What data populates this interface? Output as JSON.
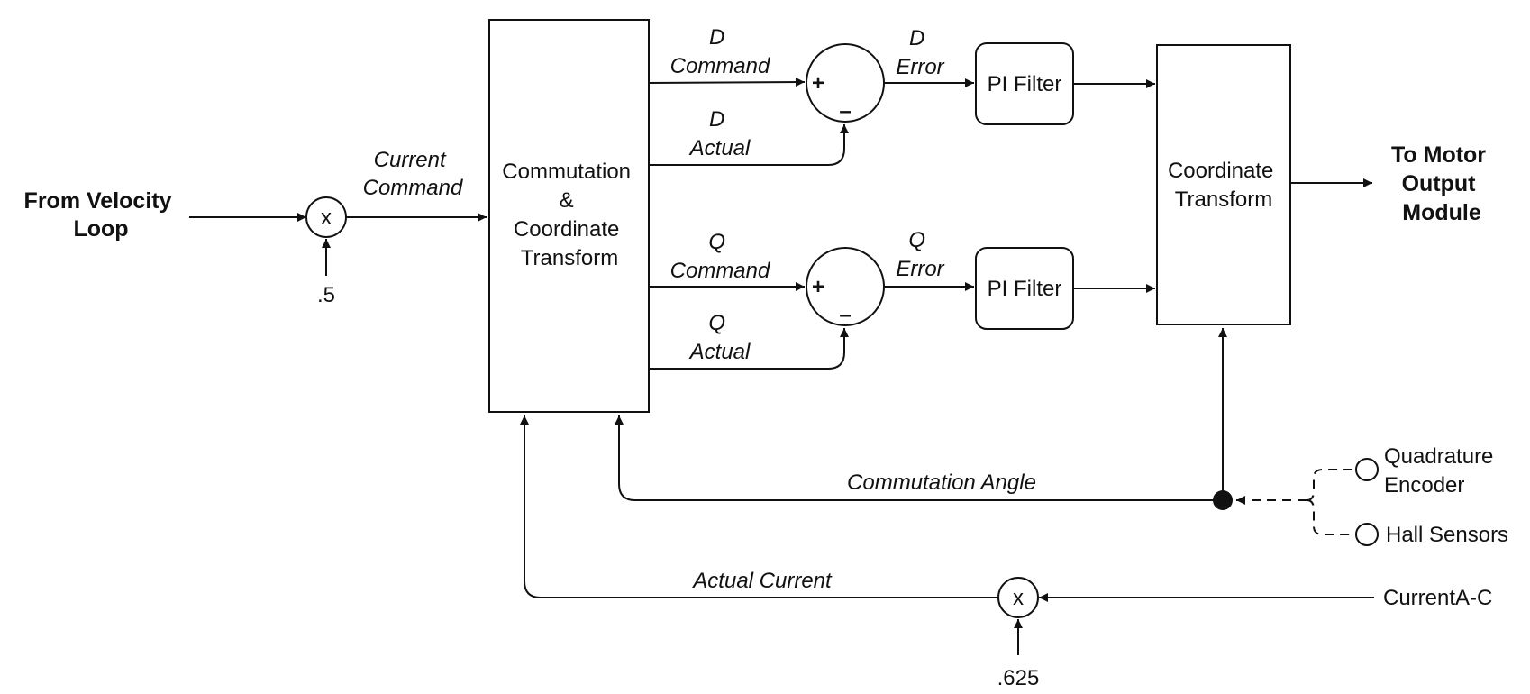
{
  "colors": {
    "line": "#111111",
    "background": "#ffffff"
  },
  "labels": {
    "input": [
      "From Velocity",
      "Loop"
    ],
    "input_multiplier": "x",
    "input_gain": ".5",
    "current_command": [
      "Current",
      "Command"
    ],
    "commutation_block": [
      "Commutation",
      "&",
      "Coordinate",
      "Transform"
    ],
    "d_command": [
      "D",
      "Command"
    ],
    "d_actual": [
      "D",
      "Actual"
    ],
    "q_command": [
      "Q",
      "Command"
    ],
    "q_actual": [
      "Q",
      "Actual"
    ],
    "d_error": [
      "D",
      "Error"
    ],
    "q_error": [
      "Q",
      "Error"
    ],
    "plus": "+",
    "minus": "–",
    "pi_filter_d": "PI Filter",
    "pi_filter_q": "PI Filter",
    "coordinate_block": [
      "Coordinate",
      "Transform"
    ],
    "output": [
      "To Motor",
      "Output",
      "Module"
    ],
    "commutation_angle": "Commutation Angle",
    "quadrature_encoder": [
      "Quadrature",
      "Encoder"
    ],
    "hall_sensors": "Hall Sensors",
    "actual_current": "Actual Current",
    "current_multiplier": "x",
    "current_gain": ".625",
    "current_input": "CurrentA-C"
  }
}
